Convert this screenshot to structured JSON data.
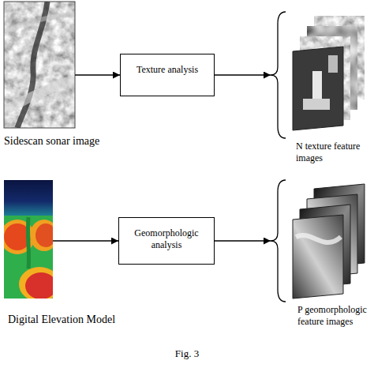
{
  "diagram": {
    "caption": "Fig. 3",
    "nodes": [
      {
        "text": [
          "Sidescan sonar image"
        ]
      },
      {
        "text": [
          "Texture analysis"
        ]
      },
      {
        "text": [
          "N texture feature images"
        ]
      },
      {
        "text": [
          "Digital Elevation Model"
        ]
      },
      {
        "text": [
          "Geomorphologic analysis"
        ]
      },
      {
        "text": [
          "P geomorphologic feature images"
        ]
      }
    ],
    "edges": [
      {
        "from": 0,
        "to": 1,
        "arrow": "to"
      },
      {
        "from": 1,
        "to": 2,
        "arrow": "to"
      },
      {
        "from": 3,
        "to": 4,
        "arrow": "to"
      },
      {
        "from": 4,
        "to": 5,
        "arrow": "to"
      }
    ]
  }
}
